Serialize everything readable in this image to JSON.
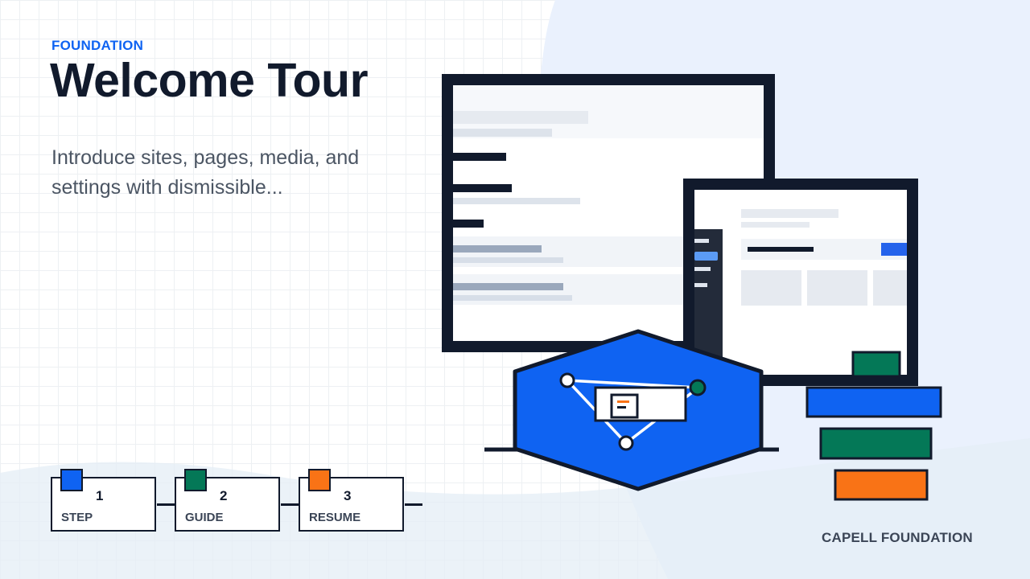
{
  "header": {
    "eyebrow": "FOUNDATION",
    "title": "Welcome Tour",
    "description": "Introduce sites, pages, media, and settings with dismissible..."
  },
  "steps": [
    {
      "number": "1",
      "label": "STEP",
      "color": "#0f63f2"
    },
    {
      "number": "2",
      "label": "GUIDE",
      "color": "#047857"
    },
    {
      "number": "3",
      "label": "RESUME",
      "color": "#f97316"
    }
  ],
  "footer": {
    "brand": "CAPELL FOUNDATION"
  },
  "colors": {
    "ink": "#111a2c",
    "blue": "#0f63f2",
    "green": "#047857",
    "orange": "#f97316",
    "muted": "#4b5563"
  }
}
